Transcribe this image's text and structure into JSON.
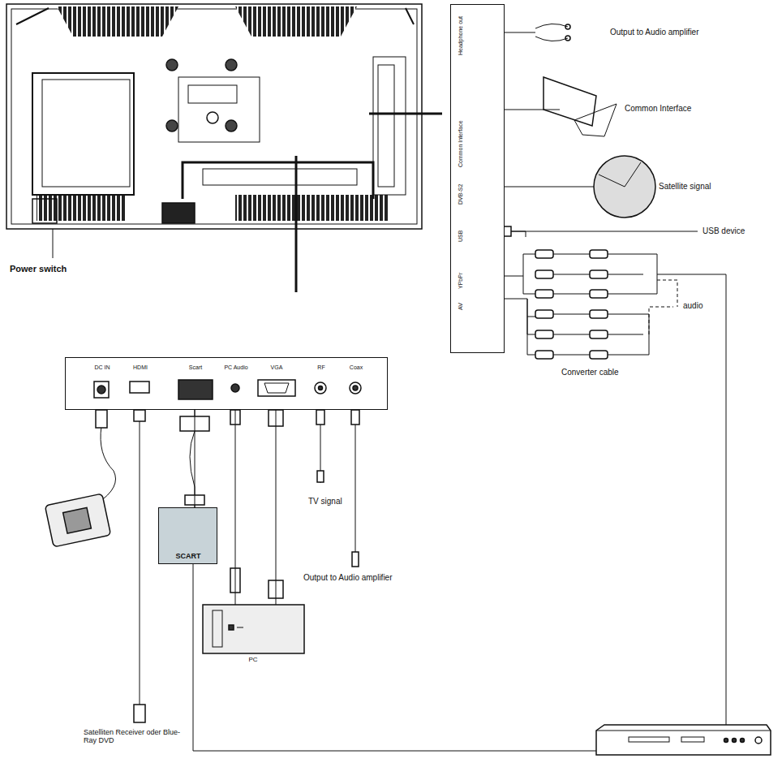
{
  "diagram": {
    "nodes": [
      {
        "text": [
          "Headphone out",
          "Common Interface",
          "DVB-S2",
          "USB",
          "YPbPr",
          "AV"
        ]
      },
      {
        "text": [
          "DC IN",
          "HDMI",
          "Scart",
          "PC Audio",
          "VGA",
          "RF",
          "Coax"
        ]
      },
      {
        "text": [
          "SCART"
        ]
      },
      {
        "text": [
          "PC"
        ]
      }
    ],
    "edges": [
      {
        "from": 1,
        "to": 2,
        "arrow": "none"
      },
      {
        "from": 1,
        "to": 3,
        "arrow": "none"
      },
      {
        "from": 1,
        "to": 3,
        "arrow": "none"
      }
    ],
    "labels": [
      "Power switch",
      "Output to Audio amplifier",
      "Common Interface",
      "Satellite signal",
      "USB device",
      "audio",
      "Converter cable",
      "TV signal",
      "Output to Audio amplifier",
      "Satelliten Receiver oder Blue-Ray DVD"
    ]
  }
}
